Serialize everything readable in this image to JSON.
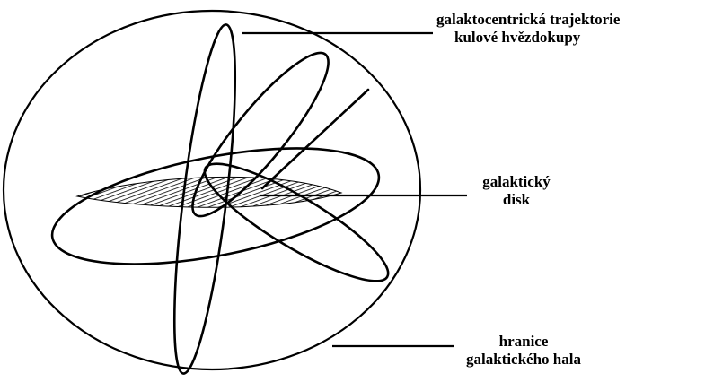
{
  "labels": {
    "trajectory": {
      "line1": "galaktocentrická trajektorie",
      "line2": "kulové hvězdokupy"
    },
    "disk": {
      "line1": "galaktický",
      "line2": "disk"
    },
    "halo": {
      "line1": "hranice",
      "line2": "galaktického hala"
    }
  },
  "colors": {
    "ink": "#000000",
    "background": "#ffffff"
  }
}
